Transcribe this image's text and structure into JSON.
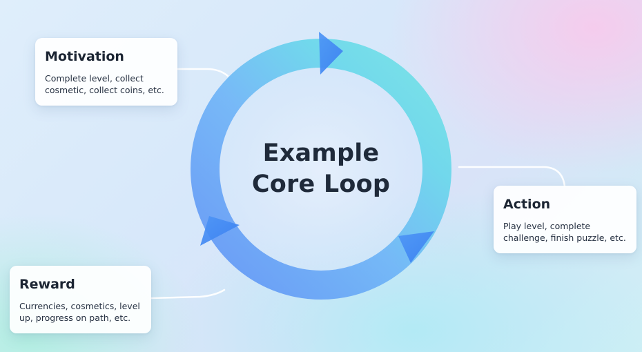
{
  "diagram": {
    "title_line1": "Example",
    "title_line2": "Core Loop",
    "colors": {
      "ring_blue": "#5aa0f5",
      "ring_cyan": "#5fdde6",
      "arrow_blue": "#3d8cf2",
      "connector": "#ffffff",
      "text_dark": "#1f2a3a"
    },
    "cards": {
      "motivation": {
        "title": "Motivation",
        "line1": "Complete level, collect",
        "line2": "cosmetic, collect coins, etc."
      },
      "action": {
        "title": "Action",
        "line1": "Play level, complete",
        "line2": "challenge, finish puzzle, etc."
      },
      "reward": {
        "title": "Reward",
        "line1": "Currencies, cosmetics, level",
        "line2": "up, progress on path, etc."
      }
    }
  }
}
